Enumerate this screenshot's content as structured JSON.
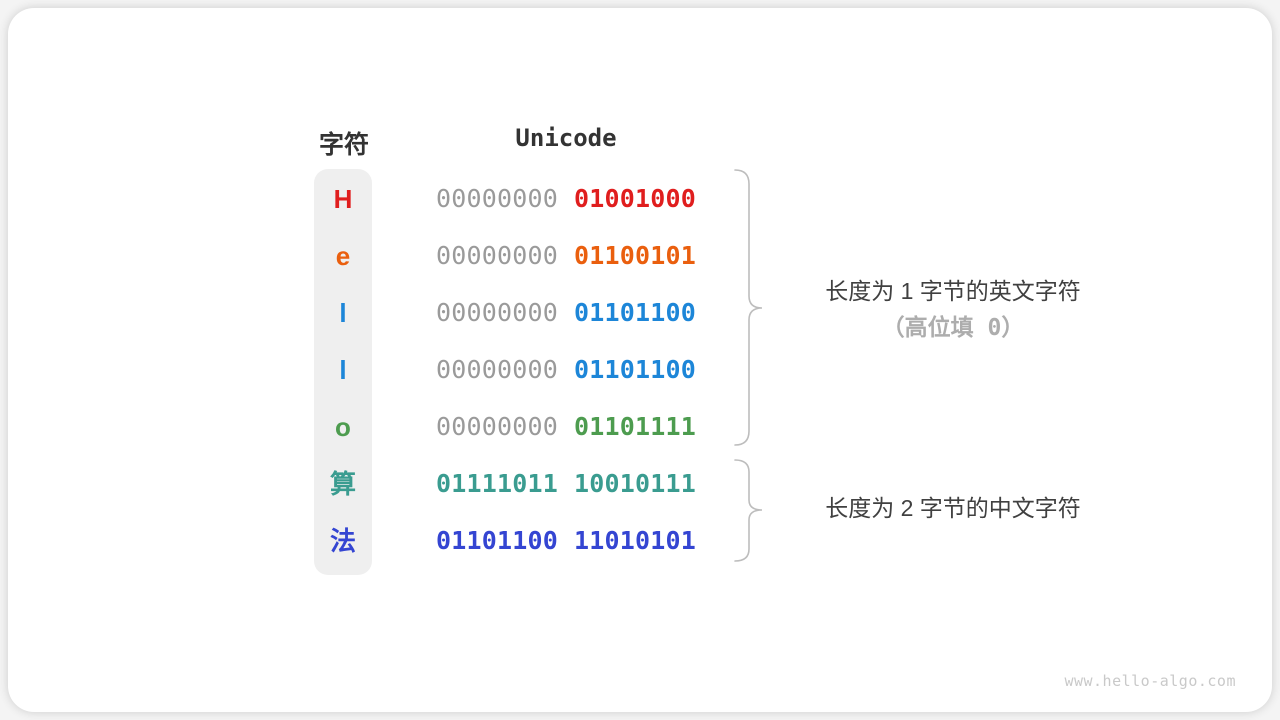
{
  "header": {
    "char_col": "字符",
    "unicode_col": "Unicode"
  },
  "rows": [
    {
      "char": "H",
      "char_color": "#e01e1e",
      "byte1": "00000000",
      "byte1_color": "#9a9a9a",
      "byte2": "01001000",
      "byte2_color": "#e01e1e"
    },
    {
      "char": "e",
      "char_color": "#ea5f0e",
      "byte1": "00000000",
      "byte1_color": "#9a9a9a",
      "byte2": "01100101",
      "byte2_color": "#ea5f0e"
    },
    {
      "char": "l",
      "char_color": "#1d86d8",
      "byte1": "00000000",
      "byte1_color": "#9a9a9a",
      "byte2": "01101100",
      "byte2_color": "#1d86d8"
    },
    {
      "char": "l",
      "char_color": "#1d86d8",
      "byte1": "00000000",
      "byte1_color": "#9a9a9a",
      "byte2": "01101100",
      "byte2_color": "#1d86d8"
    },
    {
      "char": "o",
      "char_color": "#4d9c4f",
      "byte1": "00000000",
      "byte1_color": "#9a9a9a",
      "byte2": "01101111",
      "byte2_color": "#4d9c4f"
    },
    {
      "char": "算",
      "char_color": "#3a9c90",
      "byte1": "01111011",
      "byte1_color": "#3a9c90",
      "byte2": "10010111",
      "byte2_color": "#3a9c90"
    },
    {
      "char": "法",
      "char_color": "#3445d2",
      "byte1": "01101100",
      "byte1_color": "#3445d2",
      "byte2": "11010101",
      "byte2_color": "#3445d2"
    }
  ],
  "annotations": {
    "english_group": {
      "line1": "长度为 1 字节的英文字符",
      "line2": "（高位填 0）"
    },
    "chinese_group": {
      "line1": "长度为 2 字节的中文字符"
    }
  },
  "watermark": "www.hello-algo.com",
  "colors": {
    "char_column_bg": "#efefef",
    "dim_zero": "#9a9a9a",
    "brace": "#bdbdbd",
    "label_dark": "#404040",
    "label_light": "#adadad",
    "header_text": "#333333",
    "watermark": "#c9c9c9",
    "card_bg": "#ffffff"
  }
}
